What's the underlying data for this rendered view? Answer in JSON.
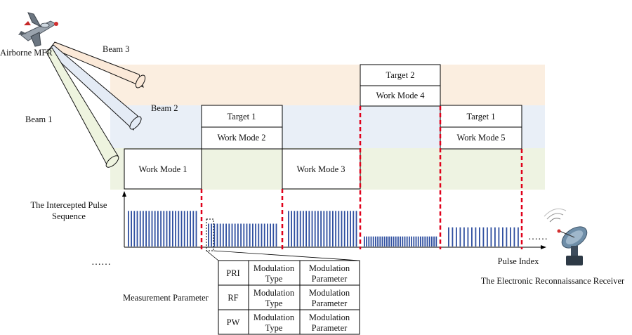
{
  "aircraft_label": "Airborne MFR",
  "beams": [
    "Beam 1",
    "Beam 2",
    "Beam 3"
  ],
  "colors": {
    "beam1_band": "#eef3e2",
    "beam2_band": "#e9eff7",
    "beam3_band": "#fbeee0",
    "beam1_fill": "#eef4df",
    "beam2_fill": "#e4ebf5",
    "beam3_fill": "#fbe9d8",
    "divider": "#e0001a",
    "pulse": "#2f4fa0",
    "box_stroke": "#000000"
  },
  "segments": [
    {
      "work_mode": "Work Mode 1",
      "target": ""
    },
    {
      "work_mode": "Work Mode 2",
      "target": "Target 1"
    },
    {
      "work_mode": "Work Mode 3",
      "target": ""
    },
    {
      "work_mode": "Work Mode 4",
      "target": "Target 2"
    },
    {
      "work_mode": "Work Mode 5",
      "target": "Target 1"
    }
  ],
  "pulse_axis": {
    "y_label_line1": "The Intercepted Pulse",
    "y_label_line2": "Sequence",
    "x_label": "Pulse Index",
    "ellipsis_left": "……",
    "ellipsis_right": "……"
  },
  "pulse_groups": [
    {
      "level": 0.78
    },
    {
      "level": 0.5
    },
    {
      "level": 0.78
    },
    {
      "level": 0.22
    },
    {
      "level": 0.42
    }
  ],
  "receiver_label": "The Electronic Reconnaissance Receiver",
  "measurement": {
    "label": "Measurement Parameter",
    "rows": [
      {
        "param": "PRI",
        "type_line1": "Modulation",
        "type_line2": "Type",
        "pm_line1": "Modulation",
        "pm_line2": "Parameter"
      },
      {
        "param": "RF",
        "type_line1": "Modulation",
        "type_line2": "Type",
        "pm_line1": "Modulation",
        "pm_line2": "Parameter"
      },
      {
        "param": "PW",
        "type_line1": "Modulation",
        "type_line2": "Type",
        "pm_line1": "Modulation",
        "pm_line2": "Parameter"
      }
    ]
  }
}
